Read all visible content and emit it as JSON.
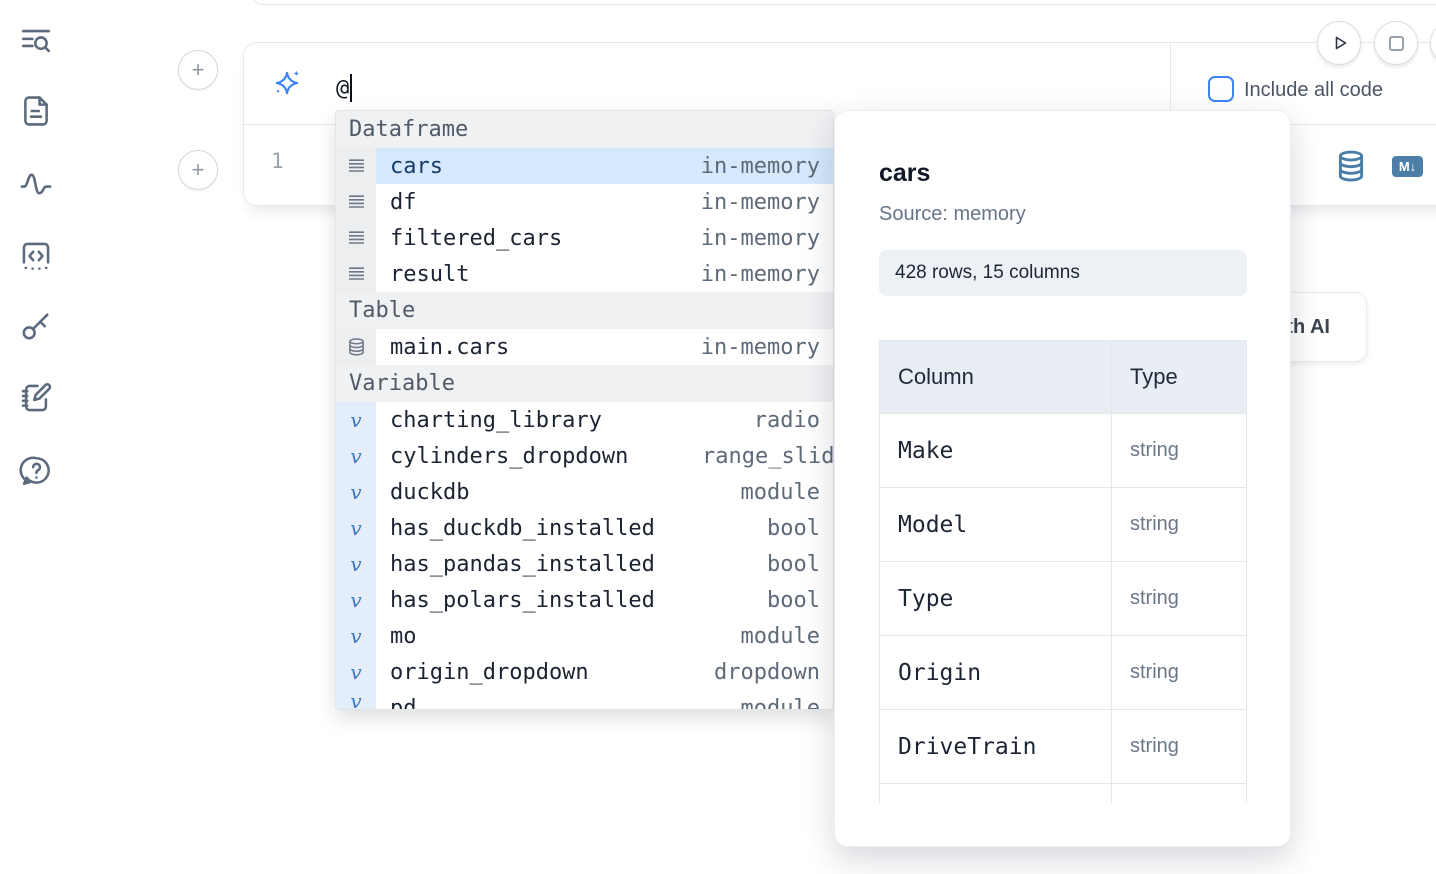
{
  "colors": {
    "accent_blue": "#3b82f6",
    "steel_blue": "#4d7ea8",
    "selection_bg": "#d6e8fc"
  },
  "sidebar": {
    "icons": [
      "file-search-icon",
      "document-icon",
      "activity-icon",
      "snippets-icon",
      "key-icon",
      "scratchpad-icon",
      "help-icon"
    ]
  },
  "cell": {
    "add_button_label": "+",
    "ai_prompt": {
      "value": "@"
    },
    "include_all_code": {
      "label": "Include all code",
      "checked": false
    },
    "line_number": "1",
    "markdown_badge": "M↓"
  },
  "autocomplete": {
    "sections": [
      {
        "label": "Dataframe",
        "items": [
          {
            "name": "cars",
            "detail": "in-memory",
            "icon": "dataframe",
            "selected": true
          },
          {
            "name": "df",
            "detail": "in-memory",
            "icon": "dataframe"
          },
          {
            "name": "filtered_cars",
            "detail": "in-memory",
            "icon": "dataframe"
          },
          {
            "name": "result",
            "detail": "in-memory",
            "icon": "dataframe"
          }
        ]
      },
      {
        "label": "Table",
        "items": [
          {
            "name": "main.cars",
            "detail": "in-memory",
            "icon": "table"
          }
        ]
      },
      {
        "label": "Variable",
        "items": [
          {
            "name": "charting_library",
            "detail": "radio",
            "icon": "variable"
          },
          {
            "name": "cylinders_dropdown",
            "detail": "range_slider",
            "icon": "variable",
            "clip": true
          },
          {
            "name": "duckdb",
            "detail": "module",
            "icon": "variable"
          },
          {
            "name": "has_duckdb_installed",
            "detail": "bool",
            "icon": "variable"
          },
          {
            "name": "has_pandas_installed",
            "detail": "bool",
            "icon": "variable"
          },
          {
            "name": "has_polars_installed",
            "detail": "bool",
            "icon": "variable"
          },
          {
            "name": "mo",
            "detail": "module",
            "icon": "variable"
          },
          {
            "name": "origin_dropdown",
            "detail": "dropdown",
            "icon": "variable"
          },
          {
            "name": "pd",
            "detail": "module",
            "icon": "variable",
            "partial": true
          }
        ]
      }
    ]
  },
  "preview": {
    "title": "cars",
    "source": "Source: memory",
    "shape": "428 rows, 15 columns",
    "table": {
      "headers": [
        "Column",
        "Type"
      ],
      "rows": [
        {
          "column": "Make",
          "type": "string"
        },
        {
          "column": "Model",
          "type": "string"
        },
        {
          "column": "Type",
          "type": "string"
        },
        {
          "column": "Origin",
          "type": "string"
        },
        {
          "column": "DriveTrain",
          "type": "string"
        }
      ]
    }
  },
  "buttons": {
    "generate_ai": "Generate with AI"
  }
}
